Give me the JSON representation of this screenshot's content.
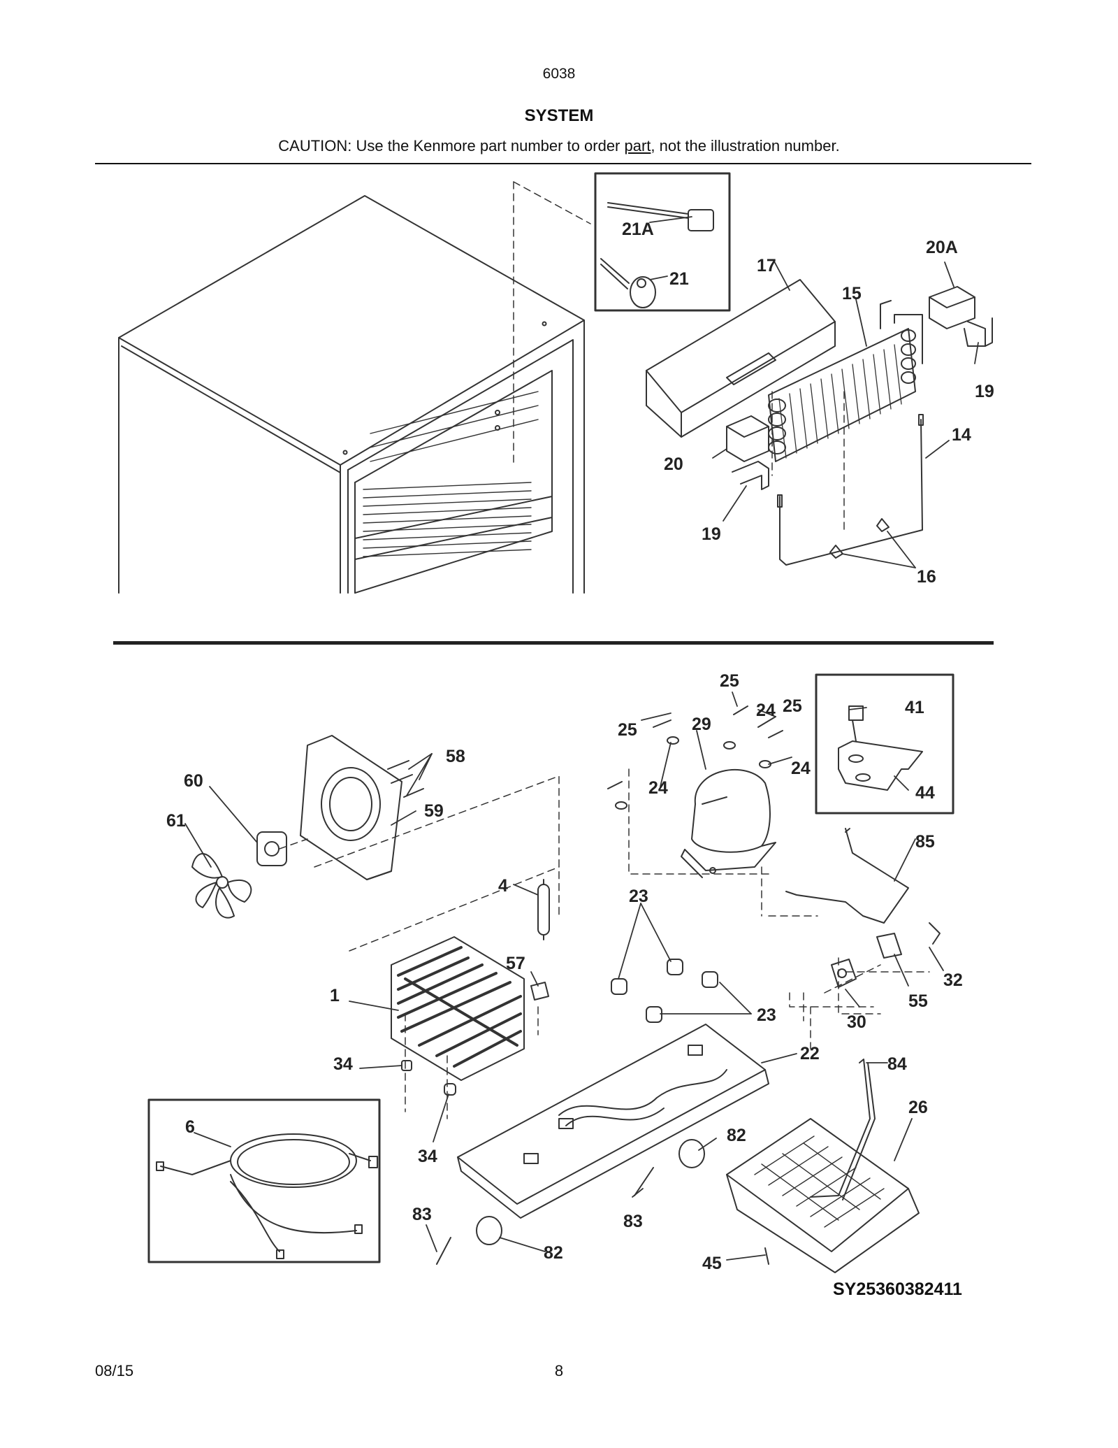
{
  "header": {
    "page_ref": "6038",
    "title": "SYSTEM",
    "caution_prefix": "CAUTION: Use the Kenmore part number to order ",
    "caution_underlined": "part",
    "caution_suffix": ", not the illustration number."
  },
  "callouts": {
    "c21A": "21A",
    "c21": "21",
    "c17": "17",
    "c20A": "20A",
    "c15": "15",
    "c19a": "19",
    "c14": "14",
    "c20": "20",
    "c19b": "19",
    "c16": "16",
    "c25a": "25",
    "c25b": "25",
    "c24a": "24",
    "c25c": "25",
    "c41": "41",
    "c29": "29",
    "c24b": "24",
    "c24c": "24",
    "c58": "58",
    "c60": "60",
    "c59": "59",
    "c61": "61",
    "c44": "44",
    "c85": "85",
    "c4": "4",
    "c23a": "23",
    "c57": "57",
    "c1": "1",
    "c32": "32",
    "c55": "55",
    "c23b": "23",
    "c30": "30",
    "c34a": "34",
    "c22": "22",
    "c84": "84",
    "c6": "6",
    "c26": "26",
    "c34b": "34",
    "c82a": "82",
    "c83a": "83",
    "c83b": "83",
    "c82b": "82",
    "c45": "45"
  },
  "diagram_code": "SY25360382411",
  "footer": {
    "date": "08/15",
    "page": "8"
  }
}
